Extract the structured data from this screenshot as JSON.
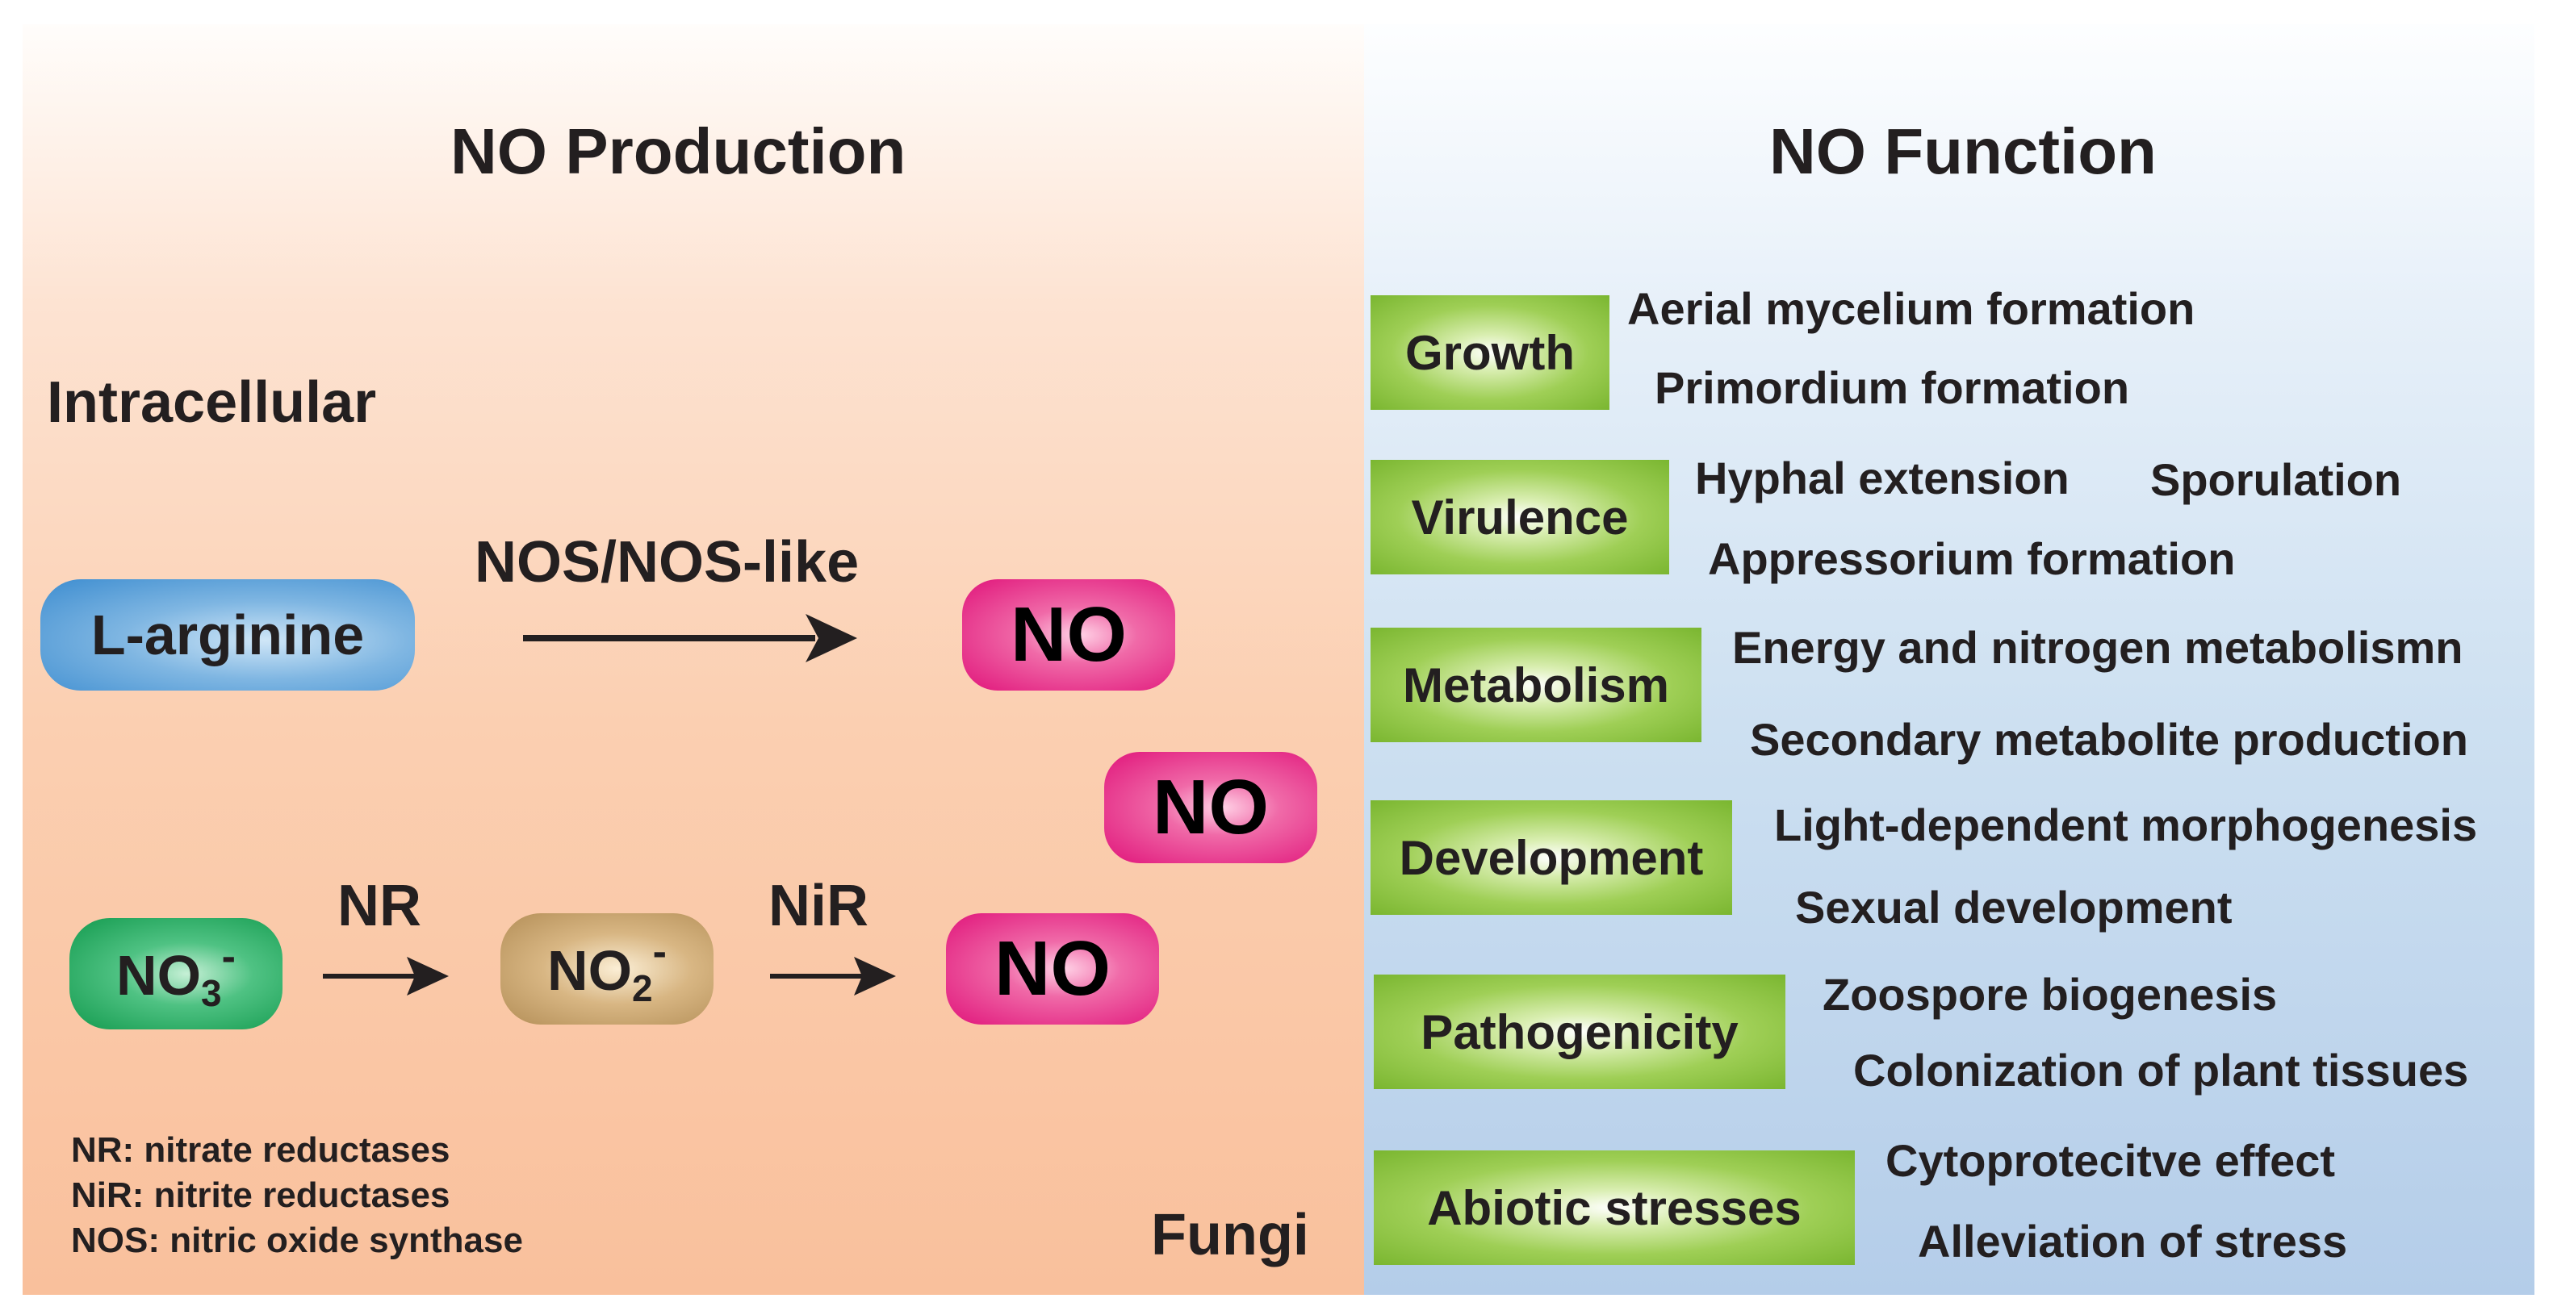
{
  "production": {
    "title": "NO Production",
    "intracellular": "Intracellular",
    "arginine": "L-arginine",
    "enzyme_nos": "NOS/NOS-like",
    "no_label": "NO",
    "nitrate": "NO",
    "nitrate_sub": "3",
    "nitrate_sup": "-",
    "nitrite": "NO",
    "nitrite_sub": "2",
    "nitrite_sup": "-",
    "enzyme_nr": "NR",
    "enzyme_nir": "NiR",
    "legend": [
      "NR: nitrate reductases",
      "NiR: nitrite reductases",
      "NOS: nitric oxide synthase"
    ],
    "organism": "Fungi"
  },
  "function": {
    "title": "NO Function",
    "categories": [
      {
        "name": "Growth",
        "effects": [
          "Aerial mycelium formation",
          "Primordium formation"
        ]
      },
      {
        "name": "Virulence",
        "effects": [
          "Hyphal extension",
          "Sporulation",
          "Appressorium formation"
        ]
      },
      {
        "name": "Metabolism",
        "effects": [
          "Energy and nitrogen metabolismn",
          "Secondary metabolite production"
        ]
      },
      {
        "name": "Development",
        "effects": [
          "Light-dependent morphogenesis",
          "Sexual development"
        ]
      },
      {
        "name": "Pathogenicity",
        "effects": [
          "Zoospore biogenesis",
          "Colonization of plant tissues"
        ]
      },
      {
        "name": "Abiotic stresses",
        "effects": [
          "Cytoprotecitve effect",
          "Alleviation of stress"
        ]
      }
    ]
  },
  "colors": {
    "arginine": "#3d8dd0",
    "no": "#e0147a",
    "nitrate": "#139a4e",
    "nitrite": "#b38e57",
    "function_box": "#7ab630"
  }
}
